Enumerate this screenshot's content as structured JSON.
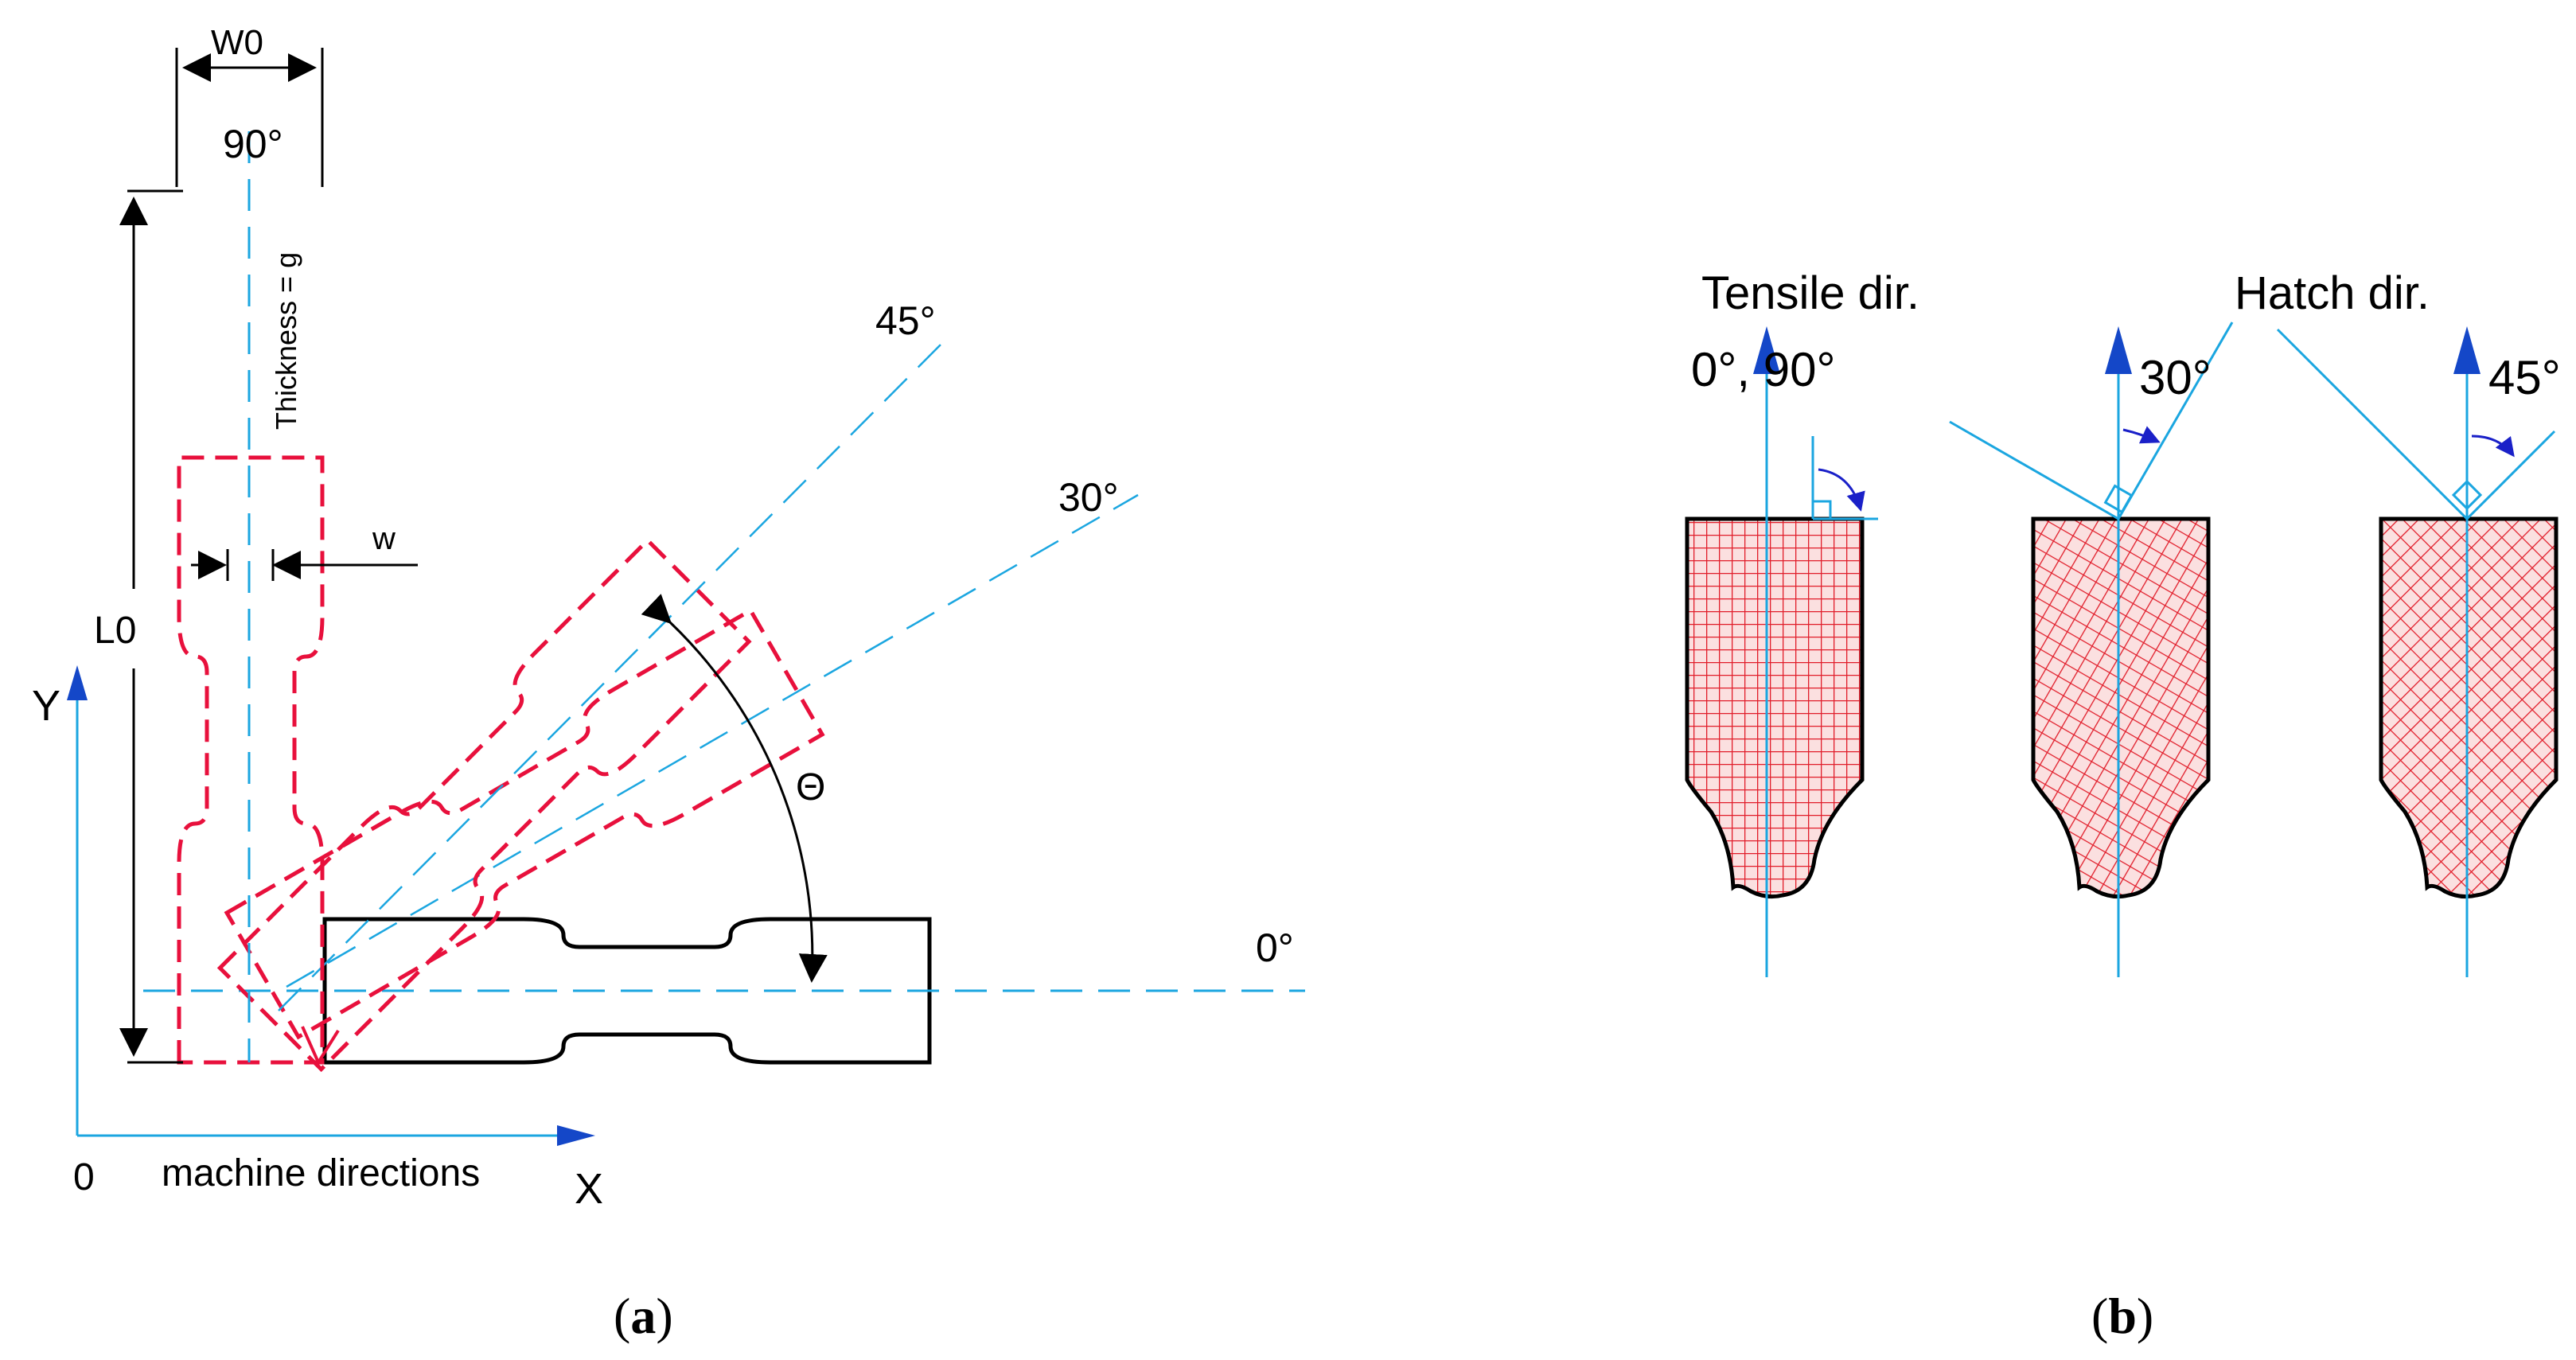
{
  "colors": {
    "outline": "#000000",
    "specimen_dashed": "#e8103c",
    "centerline": "#1ba6e0",
    "arrow_head": "#1447c8",
    "angle_mark": "#1a20c8",
    "hatch": "#e11d2a",
    "hatch_fill": "#fbe0e0"
  },
  "panel_a": {
    "caption_open": "(",
    "caption_letter": "a",
    "caption_close": ")",
    "dim_w0": "W0",
    "dim_w": "w",
    "dim_l0": "L0",
    "thickness": "Thickness = g",
    "angle_90": "90°",
    "angle_45": "45°",
    "angle_30": "30°",
    "angle_0": "0°",
    "theta": "Θ",
    "axis_y": "Y",
    "axis_x": "X",
    "origin": "0",
    "machine_directions": "machine directions"
  },
  "panel_b": {
    "caption_open": "(",
    "caption_letter": "b",
    "caption_close": ")",
    "tensile_dir": "Tensile dir.",
    "hatch_dir": "Hatch dir.",
    "angle_0_90": "0°, 90°",
    "angle_30": "30°",
    "angle_45": "45°"
  }
}
